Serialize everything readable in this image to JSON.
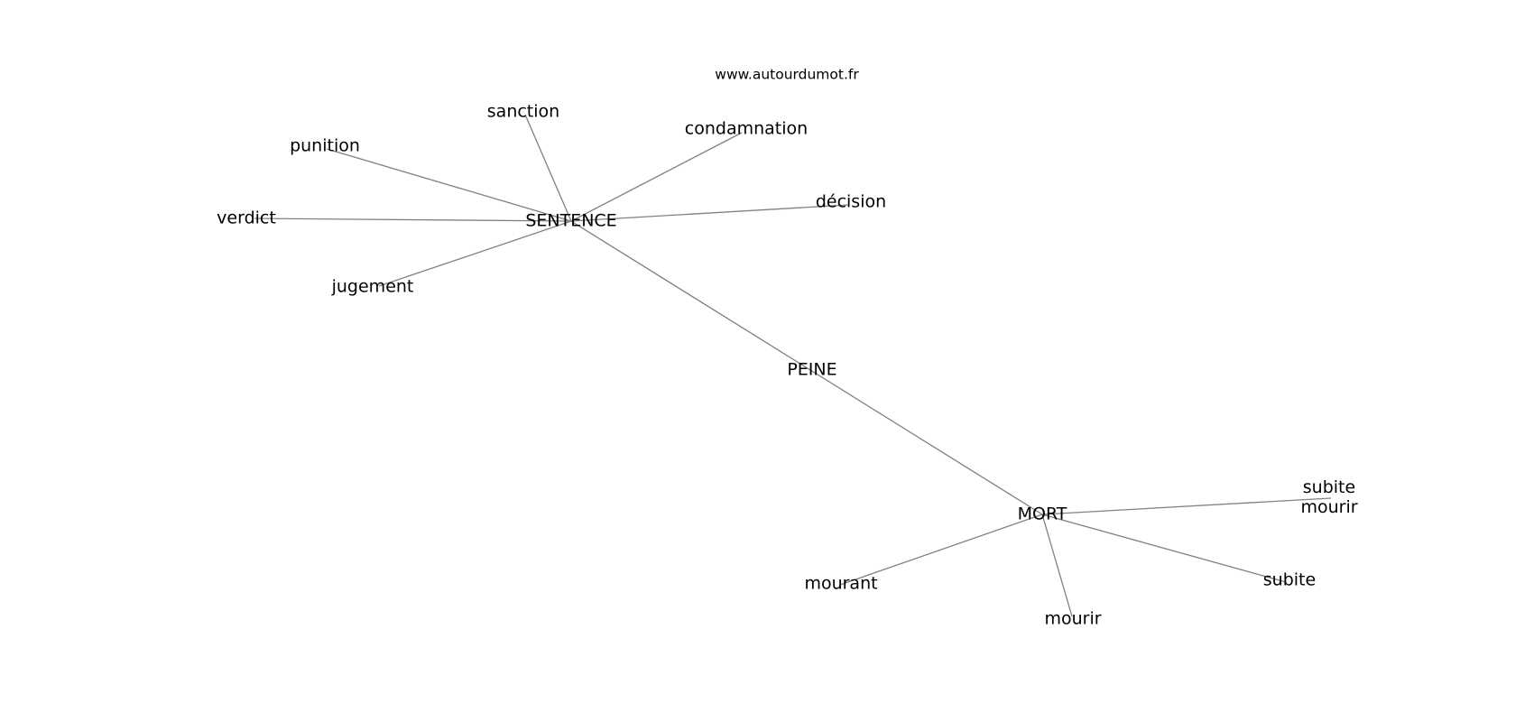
{
  "source_credit": "www.autourdumot.fr",
  "graph": {
    "center_node": "PEINE",
    "hubs": [
      "SENTENCE",
      "MORT"
    ],
    "nodes": [
      {
        "id": "peine",
        "label": "PEINE"
      },
      {
        "id": "sentence",
        "label": "SENTENCE"
      },
      {
        "id": "mort",
        "label": "MORT"
      },
      {
        "id": "sanction",
        "label": "sanction"
      },
      {
        "id": "condamnation",
        "label": "condamnation"
      },
      {
        "id": "punition",
        "label": "punition"
      },
      {
        "id": "verdict",
        "label": "verdict"
      },
      {
        "id": "decision",
        "label": "décision"
      },
      {
        "id": "jugement",
        "label": "jugement"
      },
      {
        "id": "subite-mourir",
        "label": "subite mourir",
        "lines": [
          "subite",
          "mourir"
        ]
      },
      {
        "id": "subite",
        "label": "subite"
      },
      {
        "id": "mourant",
        "label": "mourant"
      },
      {
        "id": "mourir",
        "label": "mourir"
      }
    ],
    "edges": [
      [
        "sentence",
        "mort"
      ],
      [
        "sentence",
        "sanction"
      ],
      [
        "sentence",
        "condamnation"
      ],
      [
        "sentence",
        "punition"
      ],
      [
        "sentence",
        "verdict"
      ],
      [
        "sentence",
        "decision"
      ],
      [
        "sentence",
        "jugement"
      ],
      [
        "mort",
        "subite-mourir"
      ],
      [
        "mort",
        "subite"
      ],
      [
        "mort",
        "mourant"
      ],
      [
        "mort",
        "mourir"
      ]
    ],
    "edge_color": "#808080"
  }
}
